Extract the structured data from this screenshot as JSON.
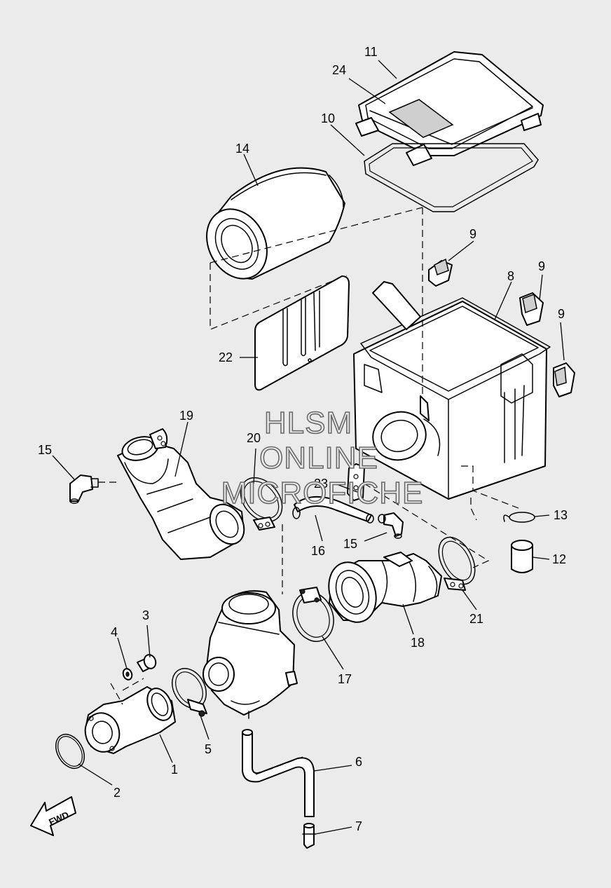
{
  "diagram": {
    "callouts": {
      "c1": "1",
      "c2": "2",
      "c3": "3",
      "c4": "4",
      "c5": "5",
      "c6": "6",
      "c7": "7",
      "c8": "8",
      "c9a": "9",
      "c9b": "9",
      "c9c": "9",
      "c10": "10",
      "c11": "11",
      "c12": "12",
      "c13": "13",
      "c14": "14",
      "c15a": "15",
      "c15b": "15",
      "c16": "16",
      "c17": "17",
      "c18": "18",
      "c19": "19",
      "c20": "20",
      "c21": "21",
      "c22": "22",
      "c23": "23",
      "c24": "24"
    },
    "fwd_label": "FWD",
    "watermark": {
      "line1": "HLSM",
      "line2": "ONLINE",
      "line3": "MICROFICHE"
    }
  }
}
